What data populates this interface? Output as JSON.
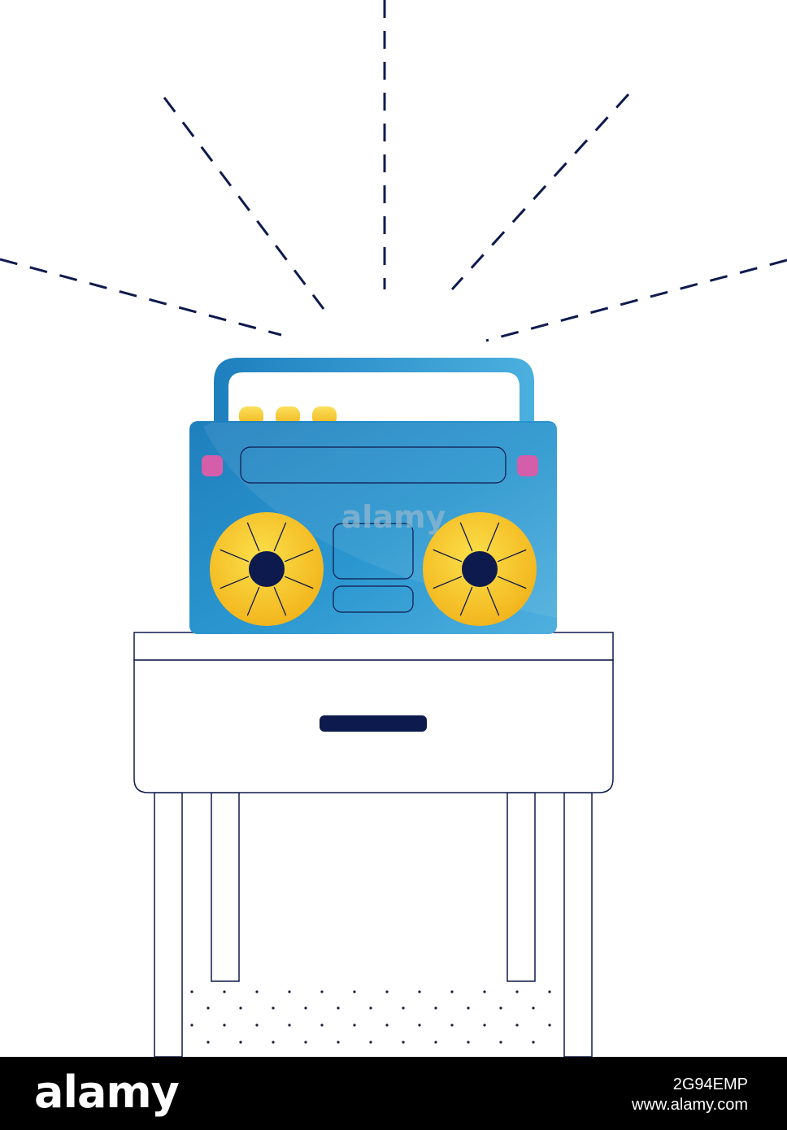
{
  "image": {
    "subject": "boombox on bedside table",
    "colors": {
      "background": "#ffffff",
      "outline": "#0d1a4d",
      "boombox_blue": "#2e8fc4",
      "boombox_light": "#4fb0de",
      "speaker_yellow": "#f5c518",
      "button_yellow": "#f7c72c",
      "side_button_pink": "#d45ea9",
      "footer_bg": "#000000"
    }
  },
  "watermark": {
    "text": "alamy"
  },
  "footer": {
    "logo": "alamy",
    "image_id": "2G94EMP",
    "site": "www.alamy.com"
  }
}
